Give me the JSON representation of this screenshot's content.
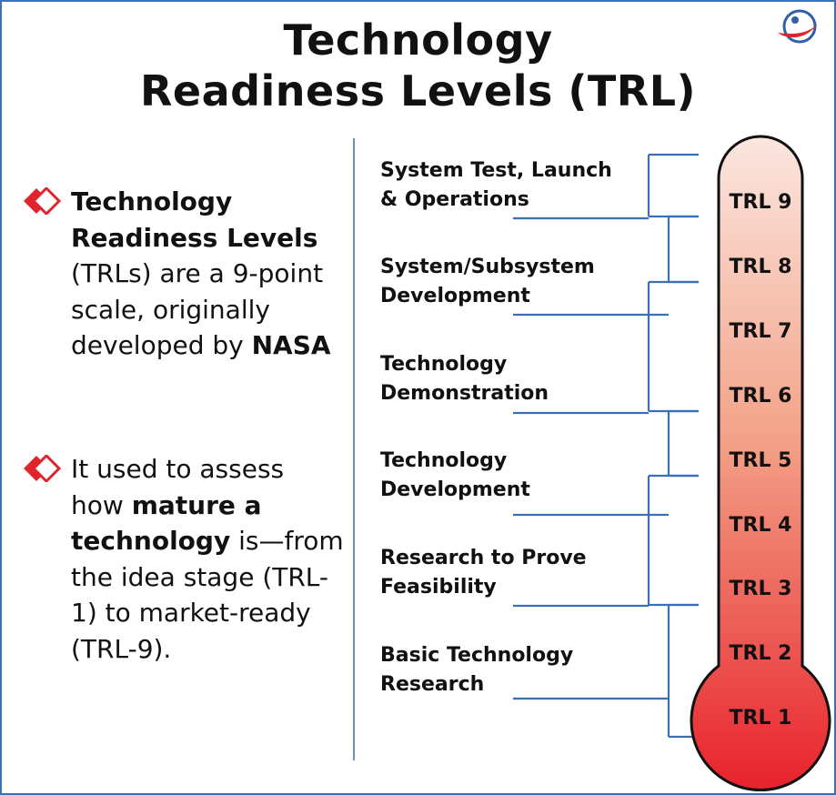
{
  "title_line1": "Technology",
  "title_line2": "Readiness Levels (TRL)",
  "bullets": [
    {
      "parts": [
        {
          "text": "Technology Readiness Levels",
          "bold": true
        },
        {
          "text": " (TRLs) are a 9-point scale, originally developed by ",
          "bold": false
        },
        {
          "text": "NASA",
          "bold": true
        }
      ]
    },
    {
      "parts": [
        {
          "text": "It used to assess how ",
          "bold": false
        },
        {
          "text": "mature a technology",
          "bold": true
        },
        {
          "text": " is—from the idea stage (TRL-1) to market-ready (TRL-9).",
          "bold": false
        }
      ]
    }
  ],
  "stages": [
    {
      "line1": "System Test, Launch",
      "line2": "& Operations",
      "levels": [
        9,
        8
      ]
    },
    {
      "line1": "System/Subsystem",
      "line2": "Development",
      "levels": [
        8,
        7
      ]
    },
    {
      "line1": "Technology",
      "line2": "Demonstration",
      "levels": [
        7,
        5
      ]
    },
    {
      "line1": "Technology",
      "line2": "Development",
      "levels": [
        5,
        4
      ]
    },
    {
      "line1": "Research to Prove",
      "line2": "Feasibility",
      "levels": [
        4,
        2
      ]
    },
    {
      "line1": "Basic Technology",
      "line2": "Research",
      "levels": [
        2,
        1
      ]
    }
  ],
  "trl_levels": [
    "TRL 9",
    "TRL 8",
    "TRL 7",
    "TRL 6",
    "TRL 5",
    "TRL 4",
    "TRL 3",
    "TRL 2",
    "TRL 1"
  ],
  "colors": {
    "frame": "#3d6fb6",
    "connector": "#3d6fb6",
    "diamond": "#e0242b",
    "thermo_top": "#fbe6df",
    "thermo_bottom": "#e8222c",
    "logo_blue": "#2f5fa8",
    "logo_red": "#e0242b"
  },
  "icons": {
    "bullet": "red-diamond-icon",
    "logo": "globe-logo-icon"
  }
}
